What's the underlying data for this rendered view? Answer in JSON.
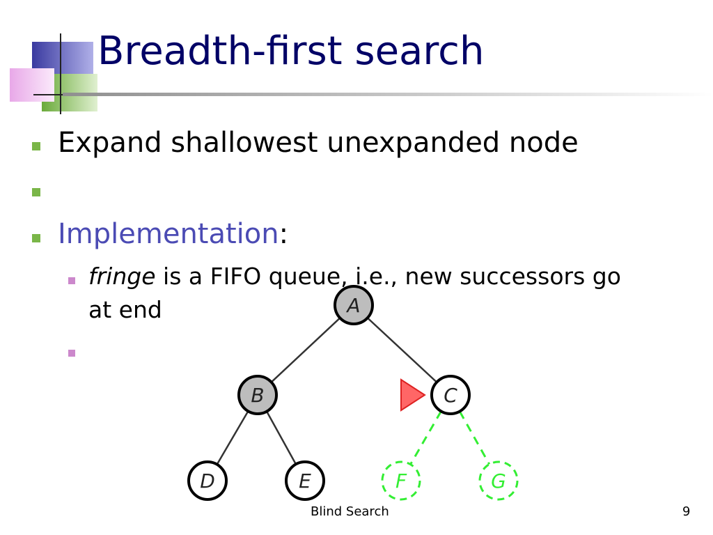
{
  "slide": {
    "title": "Breadth-first search",
    "bullets": [
      {
        "text": "Expand shallowest unexpanded node"
      },
      {
        "text": ""
      },
      {
        "text": "Implementation",
        "suffix": ":"
      }
    ],
    "sub_bullets": [
      {
        "emph": "fringe",
        "line1": " is a FIFO queue, i.e., new successors go",
        "line2": "at end"
      },
      {
        "text": ""
      }
    ],
    "footer_center": "Blind Search",
    "page_number": "9"
  },
  "tree": {
    "nodes": [
      {
        "id": "A",
        "label": "A",
        "state": "expanded"
      },
      {
        "id": "B",
        "label": "B",
        "state": "expanded"
      },
      {
        "id": "C",
        "label": "C",
        "state": "frontier"
      },
      {
        "id": "D",
        "label": "D",
        "state": "frontier"
      },
      {
        "id": "E",
        "label": "E",
        "state": "frontier"
      },
      {
        "id": "F",
        "label": "F",
        "state": "new"
      },
      {
        "id": "G",
        "label": "G",
        "state": "new"
      }
    ],
    "edges": [
      {
        "from": "A",
        "to": "B",
        "style": "solid"
      },
      {
        "from": "A",
        "to": "C",
        "style": "solid"
      },
      {
        "from": "B",
        "to": "D",
        "style": "solid"
      },
      {
        "from": "B",
        "to": "E",
        "style": "solid"
      },
      {
        "from": "C",
        "to": "F",
        "style": "dashed"
      },
      {
        "from": "C",
        "to": "G",
        "style": "dashed"
      }
    ],
    "pointer_target": "C",
    "colors": {
      "expanded_fill": "#bdbdbd",
      "node_fill": "#ffffff",
      "node_stroke": "#000000",
      "new_stroke": "#33ee33",
      "pointer": "#ff6666",
      "edge": "#333333"
    }
  },
  "colors": {
    "title": "#000066",
    "bullet_square": "#7ab648",
    "sub_bullet_square": "#cc88cc",
    "implementation": "#4b4bb4"
  }
}
